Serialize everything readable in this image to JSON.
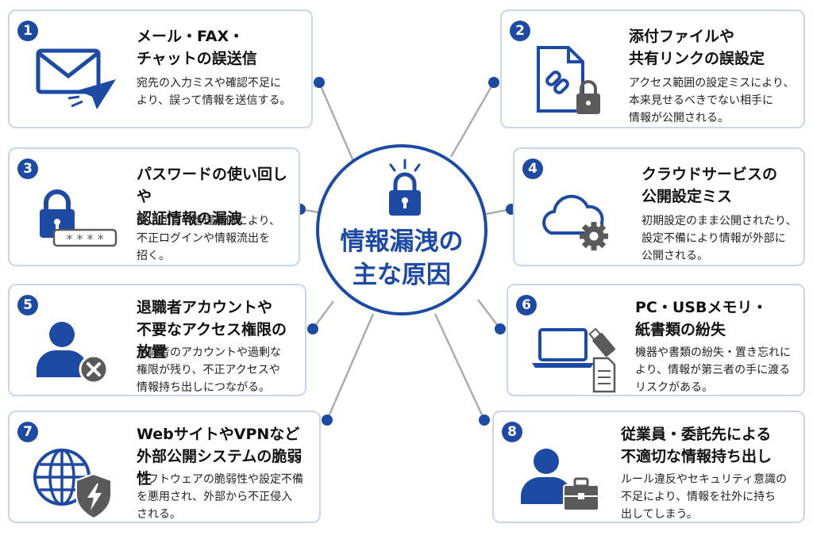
{
  "center": {
    "title_line1": "情報漏洩の",
    "title_line2": "主な原因",
    "icon": "padlock-icon"
  },
  "colors": {
    "primary": "#1d4aa3",
    "accent_gray": "#5a5a5a",
    "border": "#c9d6e8",
    "line": "#a9acb1"
  },
  "causes": [
    {
      "num": "1",
      "icon": "envelope-send-icon",
      "title1": "メール・FAX・",
      "title2": "チャットの誤送信",
      "desc1": "宛先の入力ミスや確認不足に",
      "desc2": "より、誤って情報を送信する。",
      "desc3": ""
    },
    {
      "num": "2",
      "icon": "locked-link-file-icon",
      "title1": "添付ファイルや",
      "title2": "共有リンクの誤設定",
      "desc1": "アクセス範囲の設定ミスにより、",
      "desc2": "本来見せるべきでない相手に",
      "desc3": "情報が公開される。"
    },
    {
      "num": "3",
      "icon": "padlock-password-icon",
      "title1": "パスワードの使い回しや",
      "title2": "認証情報の漏洩",
      "desc1": "使い回しや管理不備により、",
      "desc2": "不正ログインや情報流出を",
      "desc3": "招く。"
    },
    {
      "num": "4",
      "icon": "cloud-gear-icon",
      "title1": "クラウドサービスの",
      "title2": "公開設定ミス",
      "desc1": "初期設定のまま公開されたり、",
      "desc2": "設定不備により情報が外部に",
      "desc3": "公開される。"
    },
    {
      "num": "5",
      "icon": "user-remove-icon",
      "title1": "退職者アカウントや",
      "title2": "不要なアクセス権限の放置",
      "desc1": "退職者のアカウントや過剰な",
      "desc2": "権限が残り、不正アクセスや",
      "desc3": "情報持ち出しにつながる。"
    },
    {
      "num": "6",
      "icon": "laptop-usb-document-icon",
      "title1": "PC・USBメモリ・",
      "title2": "紙書類の紛失",
      "desc1": "機器や書類の紛失・置き忘れに",
      "desc2": "より、情報が第三者の手に渡る",
      "desc3": "リスクがある。"
    },
    {
      "num": "7",
      "icon": "globe-shield-icon",
      "title1": "WebサイトやVPNなど",
      "title2": "外部公開システムの脆弱性",
      "desc1": "ソフトウェアの脆弱性や設定不備",
      "desc2": "を悪用され、外部から不正侵入",
      "desc3": "される。"
    },
    {
      "num": "8",
      "icon": "user-briefcase-icon",
      "title1": "従業員・委託先による",
      "title2": "不適切な情報持ち出し",
      "desc1": "ルール違反やセキュリティ意識の",
      "desc2": "不足により、情報を社外に持ち",
      "desc3": "出してしまう。"
    }
  ]
}
